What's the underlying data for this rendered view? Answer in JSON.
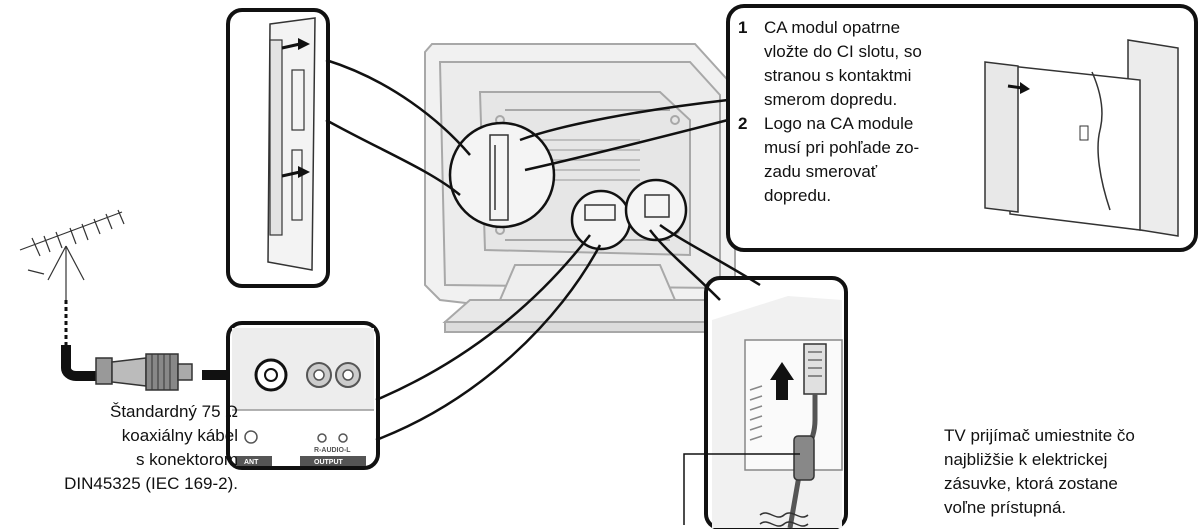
{
  "callout_steps": [
    {
      "number": "1",
      "lines": [
        "CA modul opatrne",
        "vložte do CI slotu, so",
        "stranou s kontaktmi",
        "smerom dopredu."
      ]
    },
    {
      "number": "2",
      "lines": [
        "Logo na CA module",
        "musí pri pohľade zo-",
        "zadu smerovať",
        "dopredu."
      ]
    }
  ],
  "coax_caption": [
    "Štandardný 75 Ω",
    "koaxiálny kábel",
    "s konektorom",
    "DIN45325 (IEC 169-2)."
  ],
  "placement_note": [
    "TV prijímač umiestnite čo",
    "najbližšie k elektrickej",
    "zásuvke, ktorá zostane",
    "voľne prístupná."
  ],
  "panel_labels": {
    "ant": "ANT",
    "output": "OUTPUT",
    "audio": "R-AUDIO-L"
  },
  "colors": {
    "tv_outline": "#9a9a9a",
    "frame": "#1a1a1a",
    "arrow": "#111111"
  }
}
